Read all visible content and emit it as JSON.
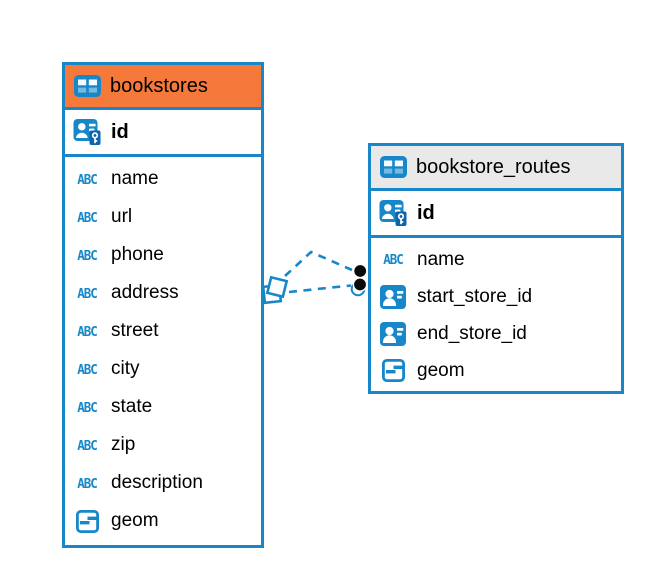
{
  "colors": {
    "accent_blue": "#1787C9",
    "selected_header_orange": "#F5793B",
    "header_gray": "#E9E9E9",
    "text": "#000000",
    "relation_dot_black": "#0A0A0A",
    "background": "#FFFFFF"
  },
  "icons": {
    "text_type_label": "ABC"
  },
  "tables": {
    "bookstores": {
      "title": "bookstores",
      "header_color": "#F5793B",
      "pk_column": "id",
      "columns": [
        {
          "name": "name",
          "type": "text"
        },
        {
          "name": "url",
          "type": "text"
        },
        {
          "name": "phone",
          "type": "text"
        },
        {
          "name": "address",
          "type": "text"
        },
        {
          "name": "street",
          "type": "text"
        },
        {
          "name": "city",
          "type": "text"
        },
        {
          "name": "state",
          "type": "text"
        },
        {
          "name": "zip",
          "type": "text"
        },
        {
          "name": "description",
          "type": "text"
        },
        {
          "name": "geom",
          "type": "geometry"
        }
      ]
    },
    "bookstore_routes": {
      "title": "bookstore_routes",
      "header_color": "#E9E9E9",
      "pk_column": "id",
      "columns": [
        {
          "name": "name",
          "type": "text"
        },
        {
          "name": "start_store_id",
          "type": "reference"
        },
        {
          "name": "end_store_id",
          "type": "reference"
        },
        {
          "name": "geom",
          "type": "geometry"
        }
      ]
    }
  },
  "relations": [
    {
      "id": "relation-1",
      "from_table": "bookstores",
      "to_table": "bookstore_routes",
      "line_style": "dashed"
    },
    {
      "id": "relation-2",
      "from_table": "bookstores",
      "to_table": "bookstore_routes",
      "line_style": "dashed"
    }
  ]
}
